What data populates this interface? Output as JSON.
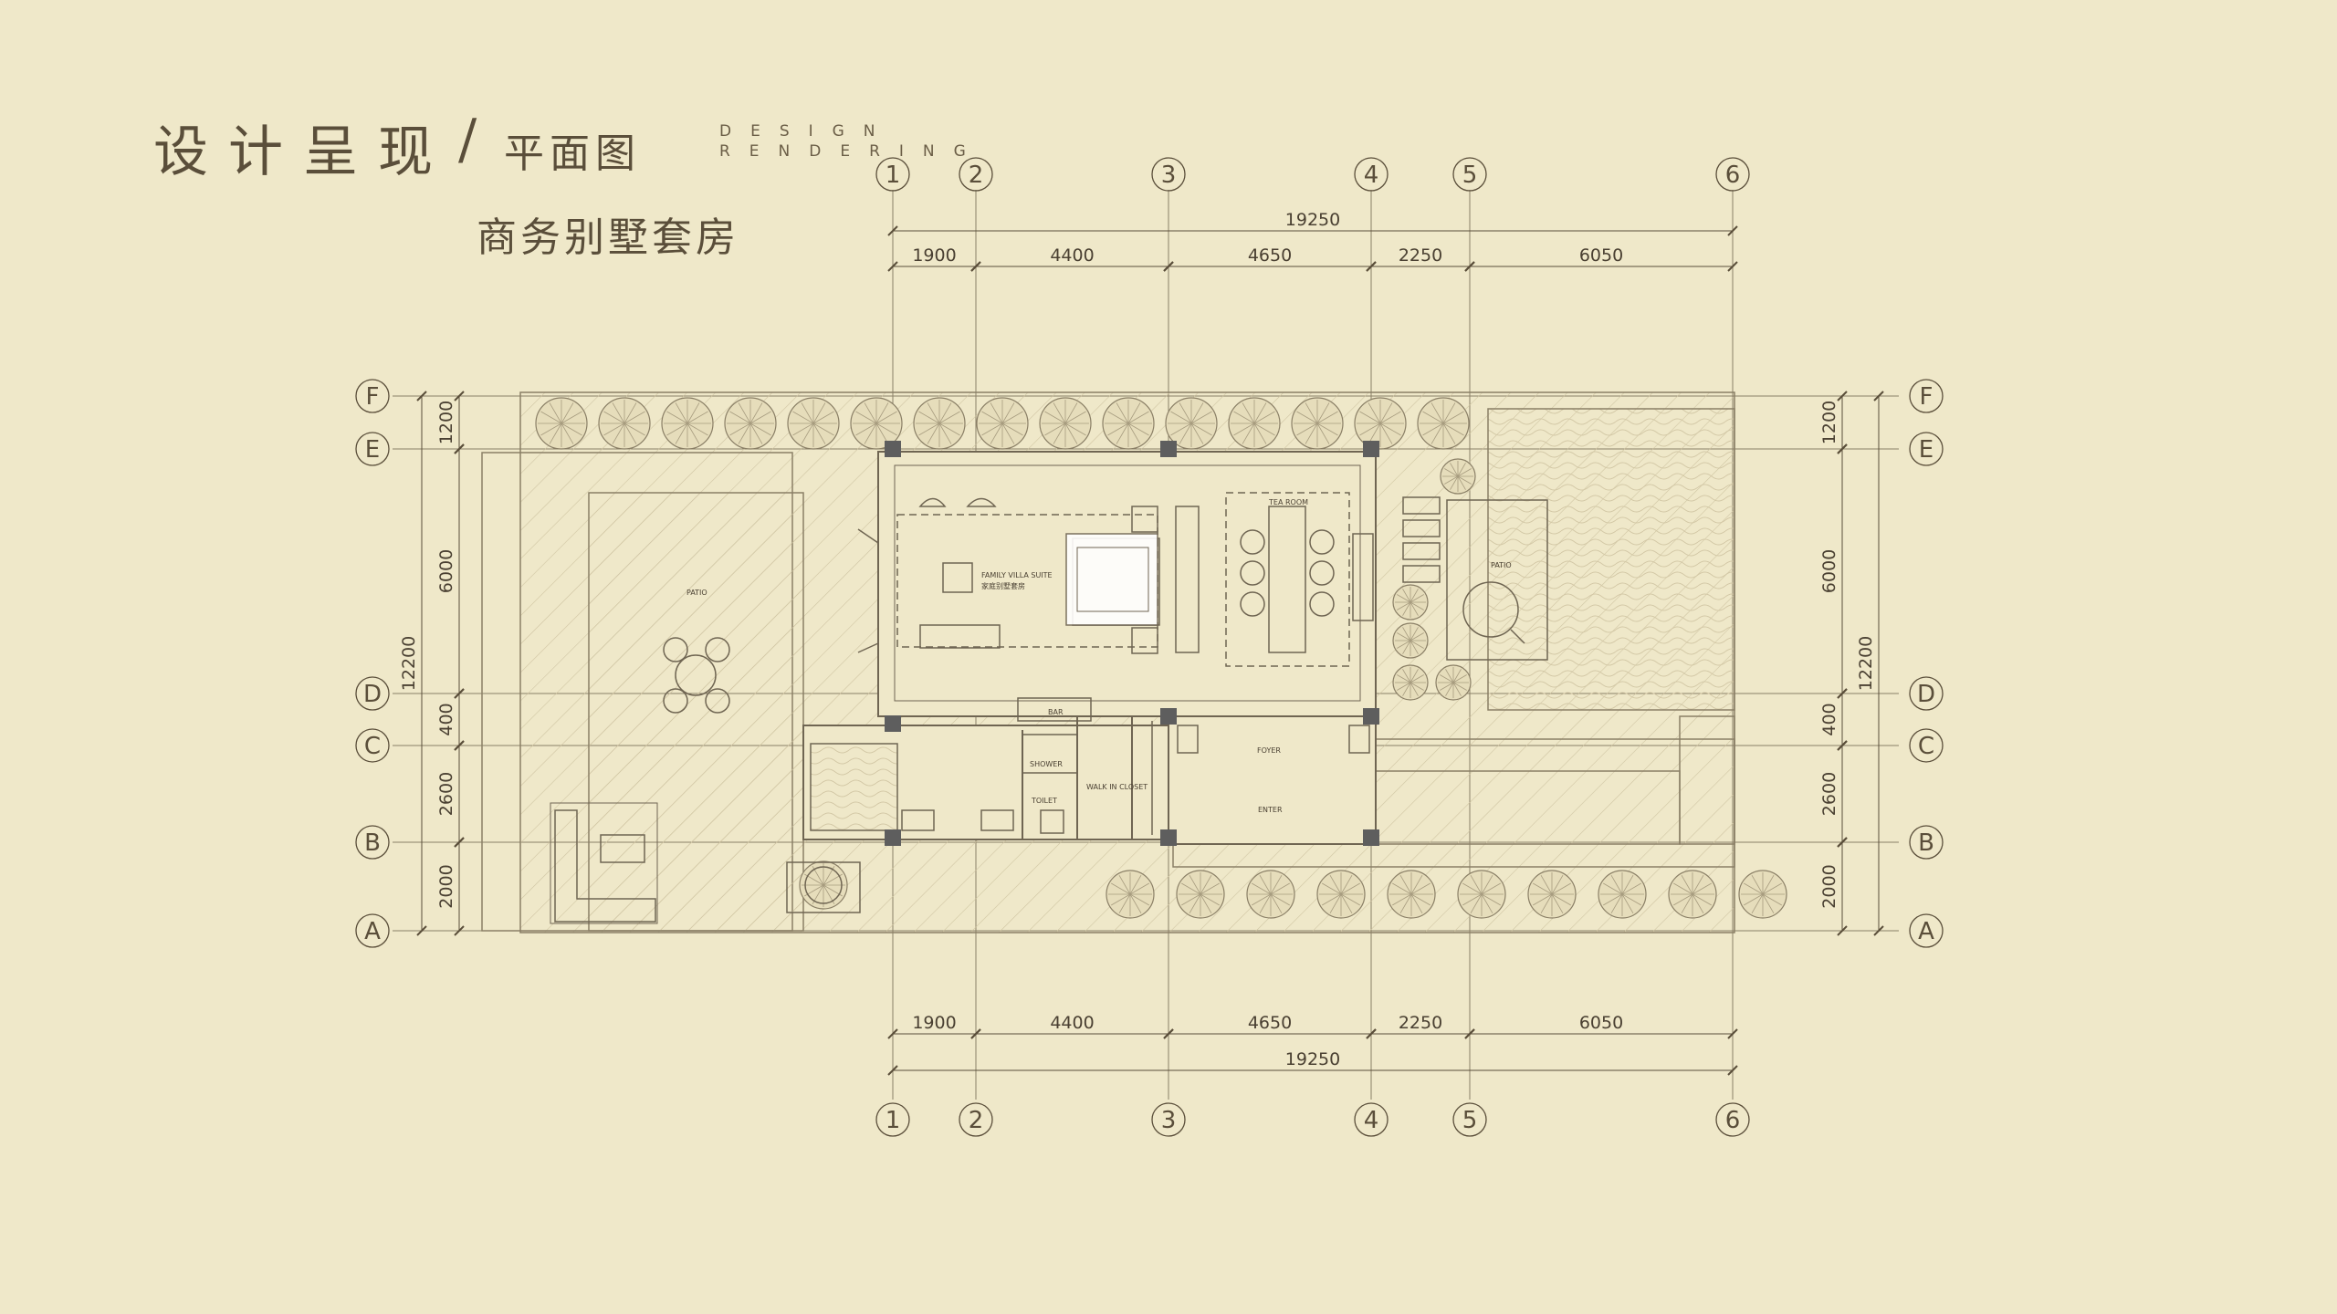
{
  "header": {
    "title": "设计呈现",
    "slash": "/",
    "subtitle": "平面图",
    "en_line1": "DESIGN",
    "en_line2": "RENDERING",
    "room_title": "商务别墅套房"
  },
  "grid": {
    "columns": [
      "1",
      "2",
      "3",
      "4",
      "5",
      "6"
    ],
    "rows": [
      "A",
      "B",
      "C",
      "D",
      "E",
      "F"
    ],
    "total_width": "19250",
    "col_spans": [
      "1900",
      "4400",
      "4650",
      "2250",
      "6050"
    ],
    "total_height": "12200",
    "row_spans_top_to_bottom": [
      "1200",
      "6000",
      "400",
      "2600",
      "2000"
    ]
  },
  "rooms": {
    "suite": "FAMILY VILLA SUITE",
    "suite_cn": "家庭别墅套房",
    "tea_room": "TEA ROOM",
    "patio_left": "PATIO",
    "patio_right": "PATIO",
    "foyer": "FOYER",
    "enter": "ENTER",
    "shower": "SHOWER",
    "toilet": "TOILET",
    "walk_in": "WALK IN CLOSET",
    "bar": "BAR"
  },
  "colors": {
    "background": "#efe8c9",
    "ink": "#5a4e3a",
    "line": "#8a7f66",
    "column": "#5e5e5e"
  }
}
